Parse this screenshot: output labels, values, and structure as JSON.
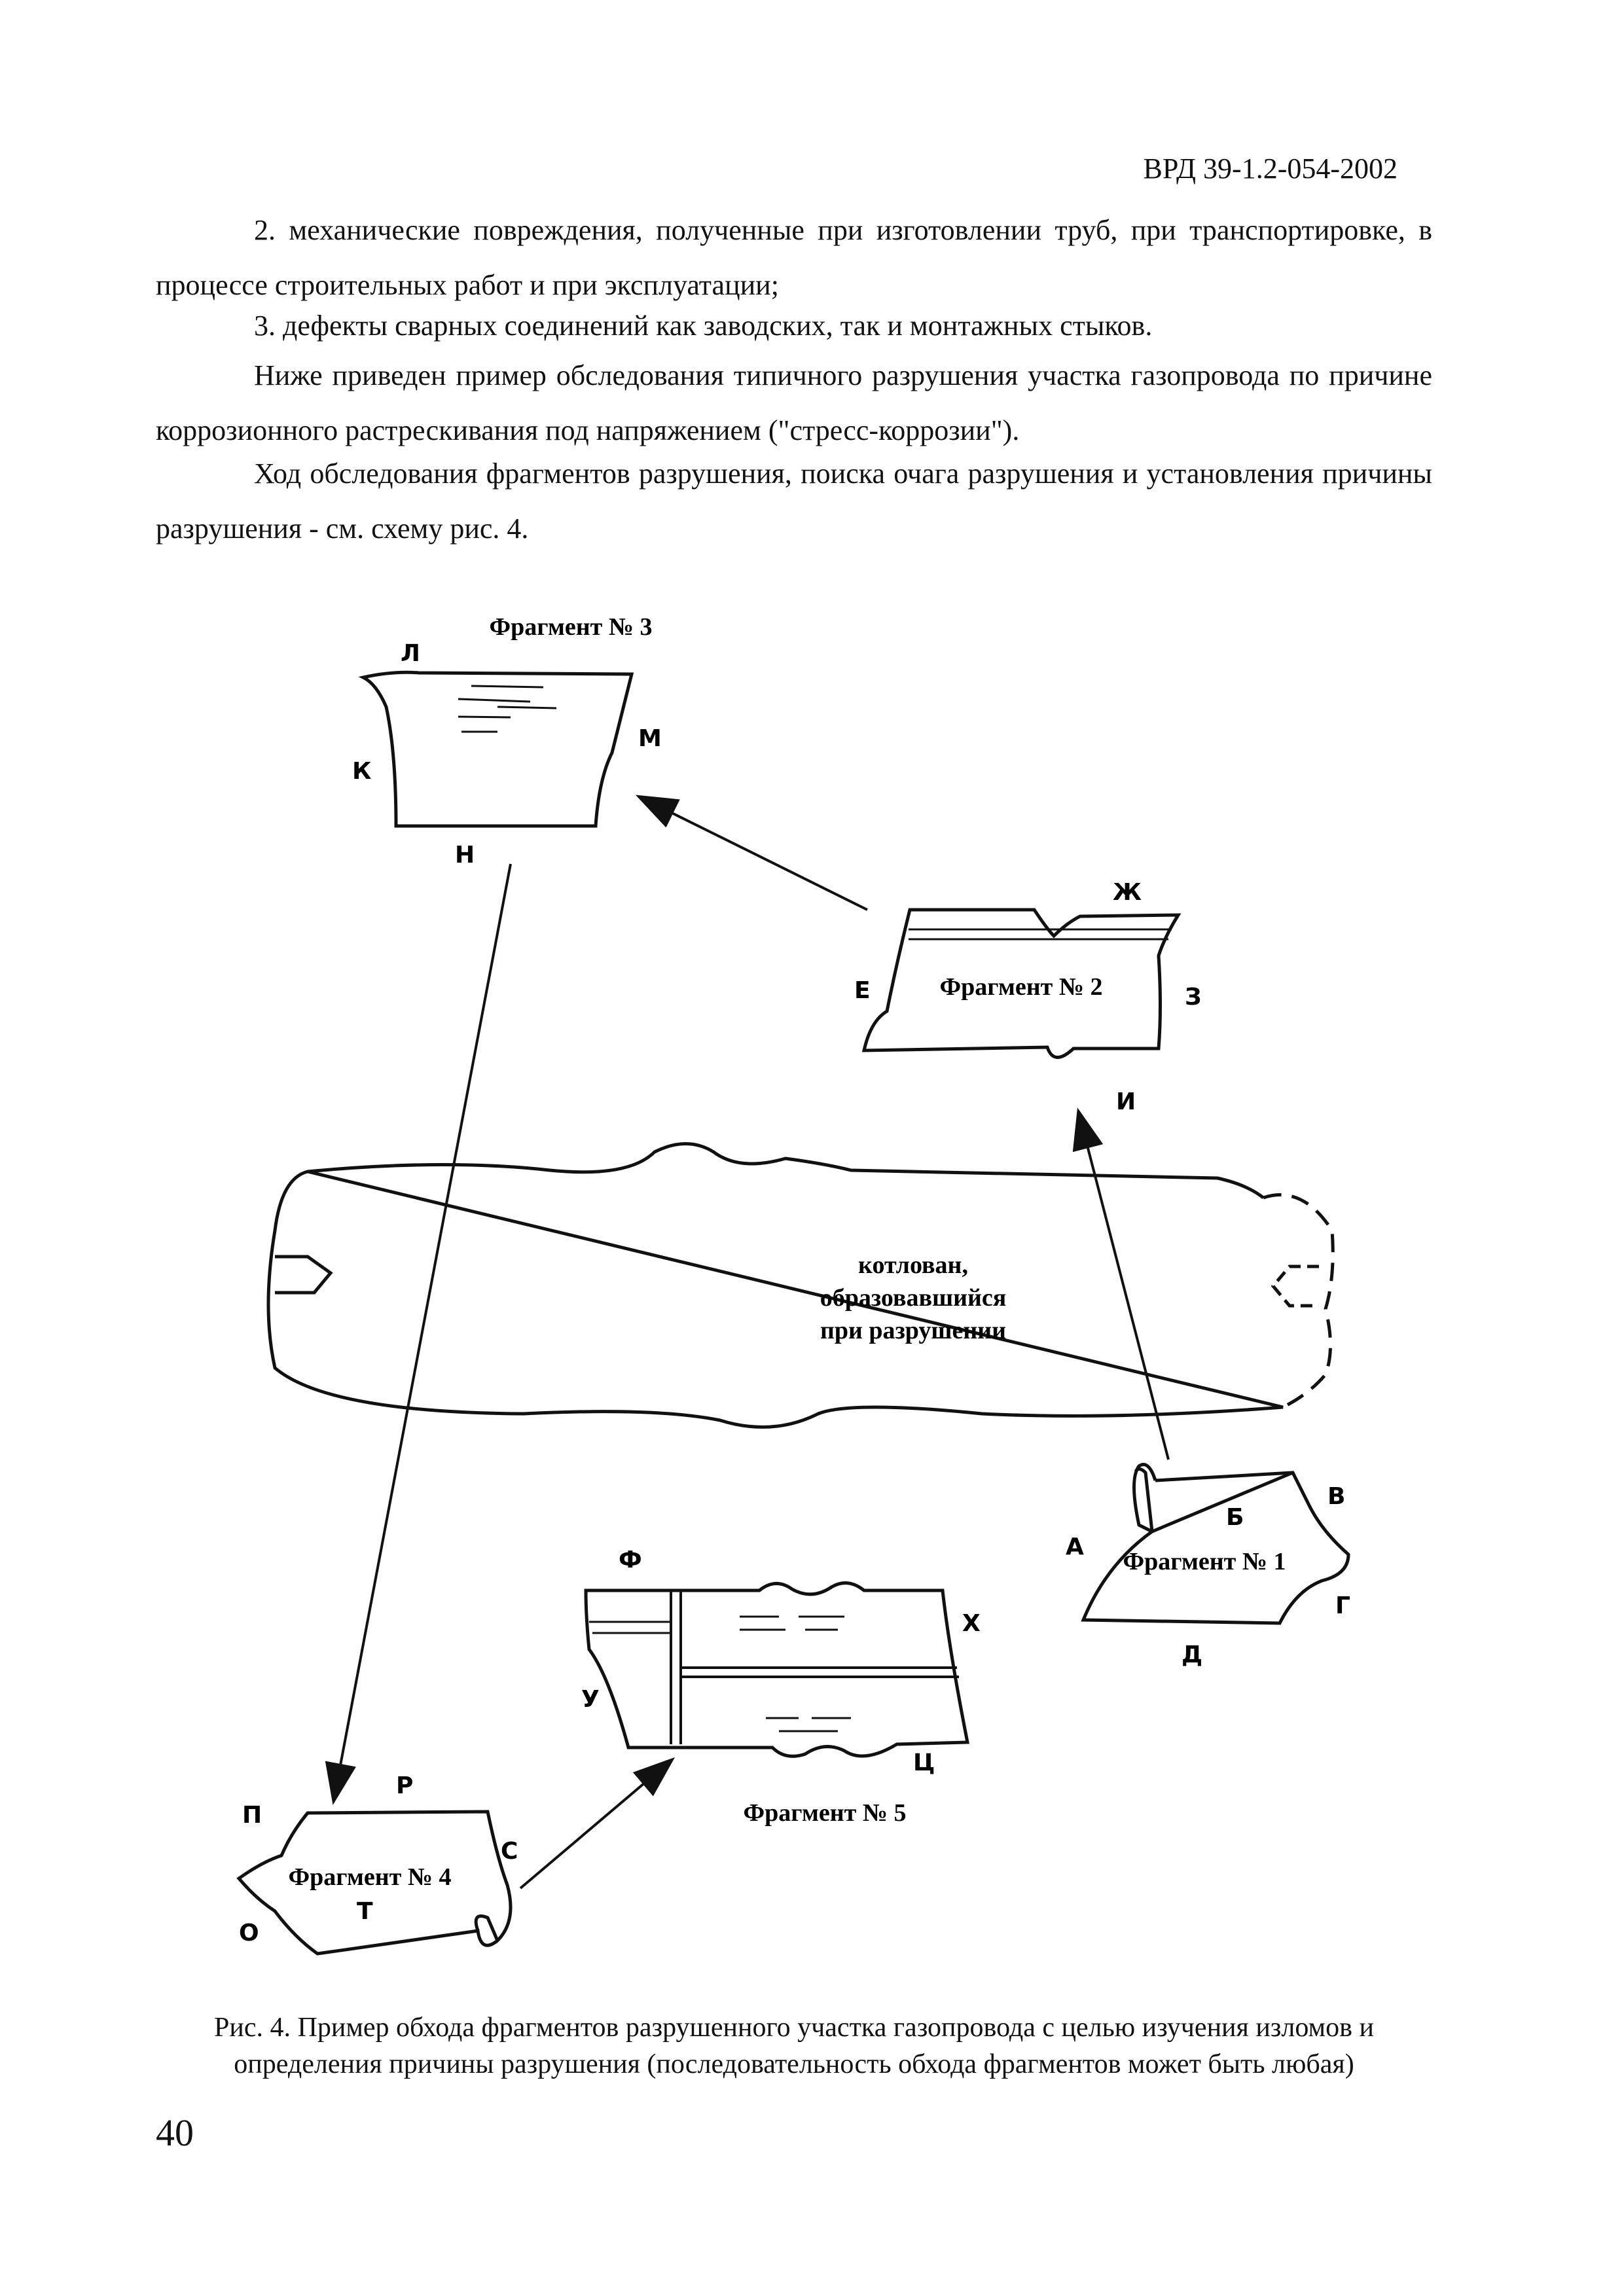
{
  "header": "ВРД 39-1.2-054-2002",
  "paragraphs": [
    "2. механические повреждения, полученные при изготовлении труб, при транспортировке, в процессе строительных работ и при эксплуатации;",
    "3. дефекты сварных соединений как заводских, так и монтажных стыков.",
    "Ниже приведен пример обследования типичного разрушения участка газопровода по причине коррозионного растрескивания под напряжением (\"стресс-коррозии\").",
    "Ход обследования фрагментов разрушения, поиска очага разрушения и установления причины разрушения - см. схему рис. 4."
  ],
  "figure": {
    "fragments": {
      "f1": "Фрагмент № 1",
      "f2": "Фрагмент № 2",
      "f3": "Фрагмент № 3",
      "f4": "Фрагмент № 4",
      "f5": "Фрагмент № 5"
    },
    "pit_label": [
      "котлован,",
      "образовавшийся",
      "при разрушении"
    ],
    "letters": {
      "a": "А",
      "b": "Б",
      "v": "В",
      "g": "Г",
      "d": "Д",
      "e": "Е",
      "zh": "Ж",
      "z": "З",
      "i": "И",
      "k": "К",
      "l": "Л",
      "m": "М",
      "n": "Н",
      "o": "О",
      "p": "П",
      "r": "Р",
      "s": "С",
      "t": "Т",
      "u": "У",
      "f": "Ф",
      "h": "Х",
      "ts": "Ц"
    }
  },
  "caption": [
    "Рис. 4. Пример обхода фрагментов разрушенного участка газопровода с целью изучения изломов и",
    "определения причины разрушения (последовательность обхода фрагментов может быть любая)"
  ],
  "page_number": "40"
}
